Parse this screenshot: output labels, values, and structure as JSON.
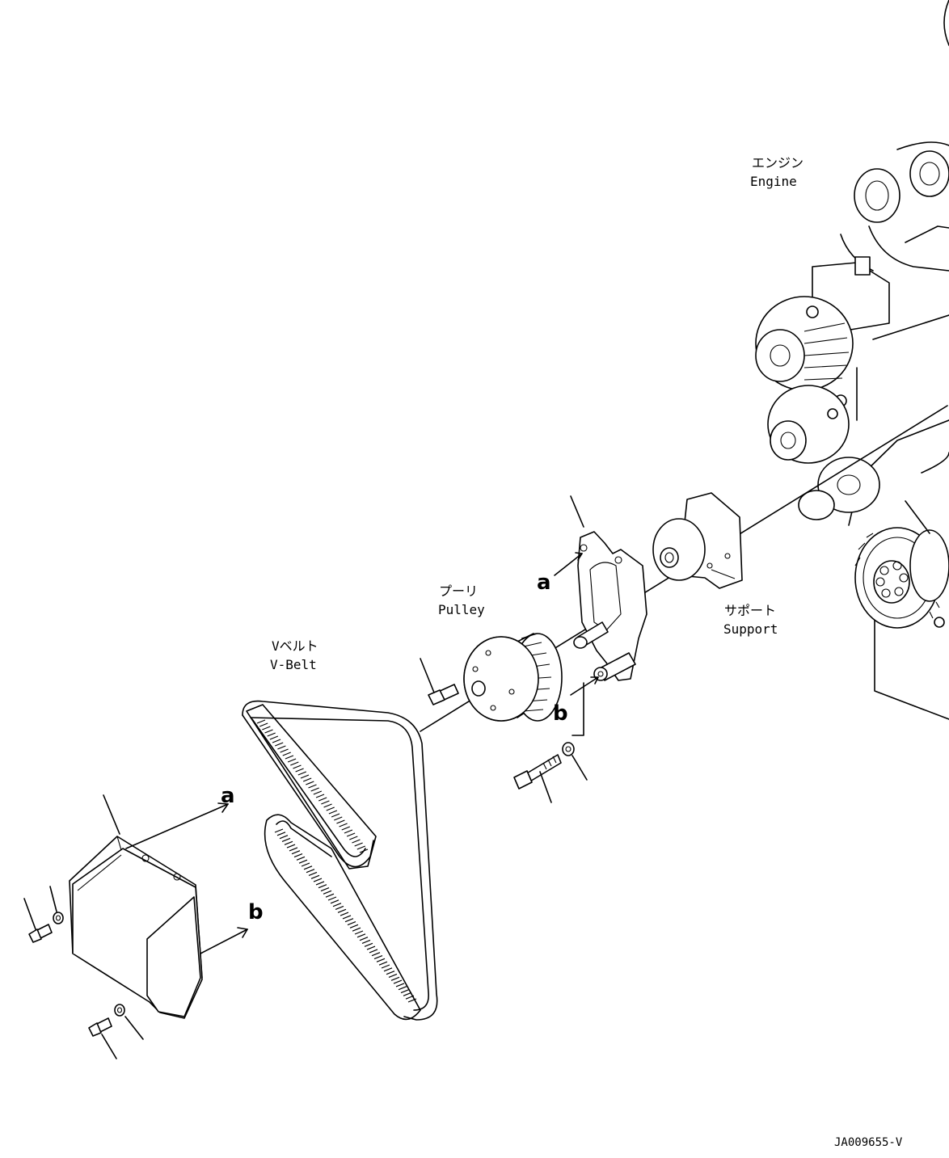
{
  "labels": {
    "engine_ja": "エンジン",
    "engine_en": "Engine",
    "pulley_ja": "プーリ",
    "pulley_en": "Pulley",
    "vbelt_ja": "Vベルト",
    "vbelt_en": "V-Belt",
    "support_ja": "サポート",
    "support_en": "Support"
  },
  "letters": {
    "a": "a",
    "b": "b"
  },
  "drawing_id": "JA009655-V"
}
